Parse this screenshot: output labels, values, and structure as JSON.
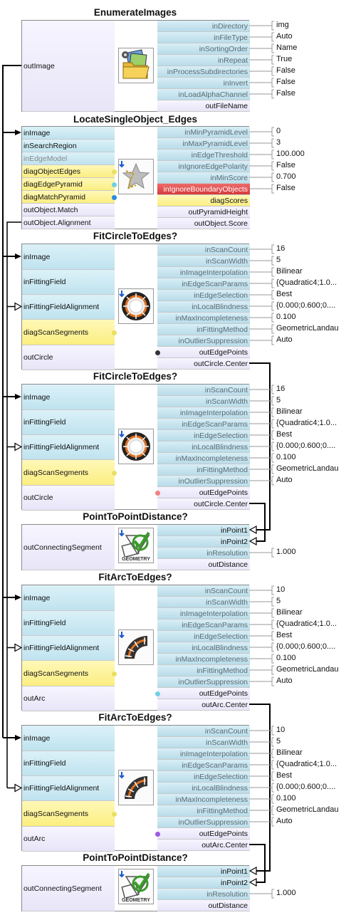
{
  "filters": [
    {
      "id": "f1",
      "title": "EnumerateImages",
      "icon": "folder-images-icon",
      "geometry_label": "",
      "left": [
        {
          "label": "outImage",
          "kind": "out"
        }
      ],
      "right": [
        {
          "label": "inDirectory",
          "kind": "in",
          "value": "img"
        },
        {
          "label": "inFileType",
          "kind": "in",
          "value": "Auto"
        },
        {
          "label": "inSortingOrder",
          "kind": "in",
          "value": "Name"
        },
        {
          "label": "inRepeat",
          "kind": "in",
          "value": "True"
        },
        {
          "label": "inProcessSubdirectories",
          "kind": "in",
          "value": "False"
        },
        {
          "label": "inInvert",
          "kind": "in",
          "value": "False"
        },
        {
          "label": "inLoadAlphaChannel",
          "kind": "in",
          "value": "False"
        },
        {
          "label": "outFileName",
          "kind": "out",
          "value": ""
        }
      ]
    },
    {
      "id": "f2",
      "title": "LocateSingleObject_Edges",
      "icon": "star-edges-icon",
      "geometry_label": "",
      "left": [
        {
          "label": "inImage",
          "kind": "in"
        },
        {
          "label": "inSearchRegion",
          "kind": "in"
        },
        {
          "label": "inEdgeModel",
          "kind": "in",
          "gray": true
        },
        {
          "label": "diagObjectEdges",
          "kind": "diag"
        },
        {
          "label": "diagEdgePyramid",
          "kind": "diag"
        },
        {
          "label": "diagMatchPyramid",
          "kind": "diag"
        },
        {
          "label": "outObject.Match",
          "kind": "out"
        },
        {
          "label": "outObject.Alignment",
          "kind": "out"
        }
      ],
      "right": [
        {
          "label": "inMinPyramidLevel",
          "kind": "in",
          "value": "0"
        },
        {
          "label": "inMaxPyramidLevel",
          "kind": "in",
          "value": "3"
        },
        {
          "label": "inEdgeThreshold",
          "kind": "in",
          "value": "100.000"
        },
        {
          "label": "inIgnoreEdgePolarity",
          "kind": "in",
          "value": "False"
        },
        {
          "label": "inMinScore",
          "kind": "in",
          "value": "0.700"
        },
        {
          "label": "inIgnoreBoundaryObjects",
          "kind": "red",
          "value": "False"
        },
        {
          "label": "diagScores",
          "kind": "diag",
          "value": ""
        },
        {
          "label": "outPyramidHeight",
          "kind": "out",
          "value": ""
        },
        {
          "label": "outObject.Score",
          "kind": "out",
          "value": ""
        }
      ]
    },
    {
      "id": "f3",
      "title": "FitCircleToEdges?",
      "icon": "circle-fit-icon",
      "geometry_label": "",
      "left": [
        {
          "label": "inImage",
          "kind": "in"
        },
        {
          "label": "inFittingField",
          "kind": "in"
        },
        {
          "label": "inFittingFieldAlignment",
          "kind": "in"
        },
        {
          "label": "diagScanSegments",
          "kind": "diag"
        },
        {
          "label": "outCircle",
          "kind": "out"
        }
      ],
      "right": [
        {
          "label": "inScanCount",
          "kind": "in",
          "value": "16"
        },
        {
          "label": "inScanWidth",
          "kind": "in",
          "value": "5"
        },
        {
          "label": "inImageInterpolation",
          "kind": "in",
          "value": "Bilinear"
        },
        {
          "label": "inEdgeScanParams",
          "kind": "in",
          "value": "{Quadratic4;1.0..."
        },
        {
          "label": "inEdgeSelection",
          "kind": "in",
          "value": "Best"
        },
        {
          "label": "inLocalBlindness",
          "kind": "in",
          "value": "{0.000;0.600;0...."
        },
        {
          "label": "inMaxIncompleteness",
          "kind": "in",
          "value": "0.100"
        },
        {
          "label": "inFittingMethod",
          "kind": "in",
          "value": "GeometricLandau"
        },
        {
          "label": "inOutlierSuppression",
          "kind": "in",
          "value": "Auto"
        },
        {
          "label": "outEdgePoints",
          "kind": "out",
          "value": ""
        },
        {
          "label": "outCircle.Center",
          "kind": "out",
          "value": ""
        }
      ]
    },
    {
      "id": "f4",
      "title": "FitCircleToEdges?",
      "icon": "circle-fit-icon",
      "geometry_label": "",
      "left": [
        {
          "label": "inImage",
          "kind": "in"
        },
        {
          "label": "inFittingField",
          "kind": "in"
        },
        {
          "label": "inFittingFieldAlignment",
          "kind": "in"
        },
        {
          "label": "diagScanSegments",
          "kind": "diag"
        },
        {
          "label": "outCircle",
          "kind": "out"
        }
      ],
      "right": [
        {
          "label": "inScanCount",
          "kind": "in",
          "value": "16"
        },
        {
          "label": "inScanWidth",
          "kind": "in",
          "value": "5"
        },
        {
          "label": "inImageInterpolation",
          "kind": "in",
          "value": "Bilinear"
        },
        {
          "label": "inEdgeScanParams",
          "kind": "in",
          "value": "{Quadratic4;1.0..."
        },
        {
          "label": "inEdgeSelection",
          "kind": "in",
          "value": "Best"
        },
        {
          "label": "inLocalBlindness",
          "kind": "in",
          "value": "{0.000;0.600;0...."
        },
        {
          "label": "inMaxIncompleteness",
          "kind": "in",
          "value": "0.100"
        },
        {
          "label": "inFittingMethod",
          "kind": "in",
          "value": "GeometricLandau"
        },
        {
          "label": "inOutlierSuppression",
          "kind": "in",
          "value": "Auto"
        },
        {
          "label": "outEdgePoints",
          "kind": "out",
          "value": ""
        },
        {
          "label": "outCircle.Center",
          "kind": "out",
          "value": ""
        }
      ]
    },
    {
      "id": "f5",
      "title": "PointToPointDistance?",
      "icon": "geometry-icon",
      "geometry_label": "GEOMETRY",
      "left": [
        {
          "label": "outConnectingSegment",
          "kind": "out"
        }
      ],
      "right": [
        {
          "label": "inPoint1",
          "kind": "in-dark",
          "value": ""
        },
        {
          "label": "inPoint2",
          "kind": "in-dark",
          "value": ""
        },
        {
          "label": "inResolution",
          "kind": "in",
          "value": "1.000"
        },
        {
          "label": "outDistance",
          "kind": "out",
          "value": ""
        }
      ]
    },
    {
      "id": "f6",
      "title": "FitArcToEdges?",
      "icon": "arc-fit-icon",
      "geometry_label": "",
      "left": [
        {
          "label": "inImage",
          "kind": "in"
        },
        {
          "label": "inFittingField",
          "kind": "in"
        },
        {
          "label": "inFittingFieldAlignment",
          "kind": "in"
        },
        {
          "label": "diagScanSegments",
          "kind": "diag"
        },
        {
          "label": "outArc",
          "kind": "out"
        }
      ],
      "right": [
        {
          "label": "inScanCount",
          "kind": "in",
          "value": "10"
        },
        {
          "label": "inScanWidth",
          "kind": "in",
          "value": "5"
        },
        {
          "label": "inImageInterpolation",
          "kind": "in",
          "value": "Bilinear"
        },
        {
          "label": "inEdgeScanParams",
          "kind": "in",
          "value": "{Quadratic4;1.0..."
        },
        {
          "label": "inEdgeSelection",
          "kind": "in",
          "value": "Best"
        },
        {
          "label": "inLocalBlindness",
          "kind": "in",
          "value": "{0.000;0.600;0...."
        },
        {
          "label": "inMaxIncompleteness",
          "kind": "in",
          "value": "0.100"
        },
        {
          "label": "inFittingMethod",
          "kind": "in",
          "value": "GeometricLandau"
        },
        {
          "label": "inOutlierSuppression",
          "kind": "in",
          "value": "Auto"
        },
        {
          "label": "outEdgePoints",
          "kind": "out",
          "value": ""
        },
        {
          "label": "outArc.Center",
          "kind": "out",
          "value": ""
        }
      ]
    },
    {
      "id": "f7",
      "title": "FitArcToEdges?",
      "icon": "arc-fit-icon",
      "geometry_label": "",
      "left": [
        {
          "label": "inImage",
          "kind": "in"
        },
        {
          "label": "inFittingField",
          "kind": "in"
        },
        {
          "label": "inFittingFieldAlignment",
          "kind": "in"
        },
        {
          "label": "diagScanSegments",
          "kind": "diag"
        },
        {
          "label": "outArc",
          "kind": "out"
        }
      ],
      "right": [
        {
          "label": "inScanCount",
          "kind": "in",
          "value": "10"
        },
        {
          "label": "inScanWidth",
          "kind": "in",
          "value": "5"
        },
        {
          "label": "inImageInterpolation",
          "kind": "in",
          "value": "Bilinear"
        },
        {
          "label": "inEdgeScanParams",
          "kind": "in",
          "value": "{Quadratic4;1.0..."
        },
        {
          "label": "inEdgeSelection",
          "kind": "in",
          "value": "Best"
        },
        {
          "label": "inLocalBlindness",
          "kind": "in",
          "value": "{0.000;0.600;0...."
        },
        {
          "label": "inMaxIncompleteness",
          "kind": "in",
          "value": "0.100"
        },
        {
          "label": "inFittingMethod",
          "kind": "in",
          "value": "GeometricLandau"
        },
        {
          "label": "inOutlierSuppression",
          "kind": "in",
          "value": "Auto"
        },
        {
          "label": "outEdgePoints",
          "kind": "out",
          "value": ""
        },
        {
          "label": "outArc.Center",
          "kind": "out",
          "value": ""
        }
      ]
    },
    {
      "id": "f8",
      "title": "PointToPointDistance?",
      "icon": "geometry-icon",
      "geometry_label": "GEOMETRY",
      "left": [
        {
          "label": "outConnectingSegment",
          "kind": "out"
        }
      ],
      "right": [
        {
          "label": "inPoint1",
          "kind": "in-dark",
          "value": ""
        },
        {
          "label": "inPoint2",
          "kind": "in-dark",
          "value": ""
        },
        {
          "label": "inResolution",
          "kind": "in",
          "value": "1.000"
        },
        {
          "label": "outDistance",
          "kind": "out",
          "value": ""
        }
      ]
    }
  ],
  "colors": {
    "input": "#c8e8f2",
    "diag": "#fbef88",
    "output": "#efedfb",
    "error": "#dd4444",
    "wire": "#000000",
    "border": "#8a8a8a"
  }
}
